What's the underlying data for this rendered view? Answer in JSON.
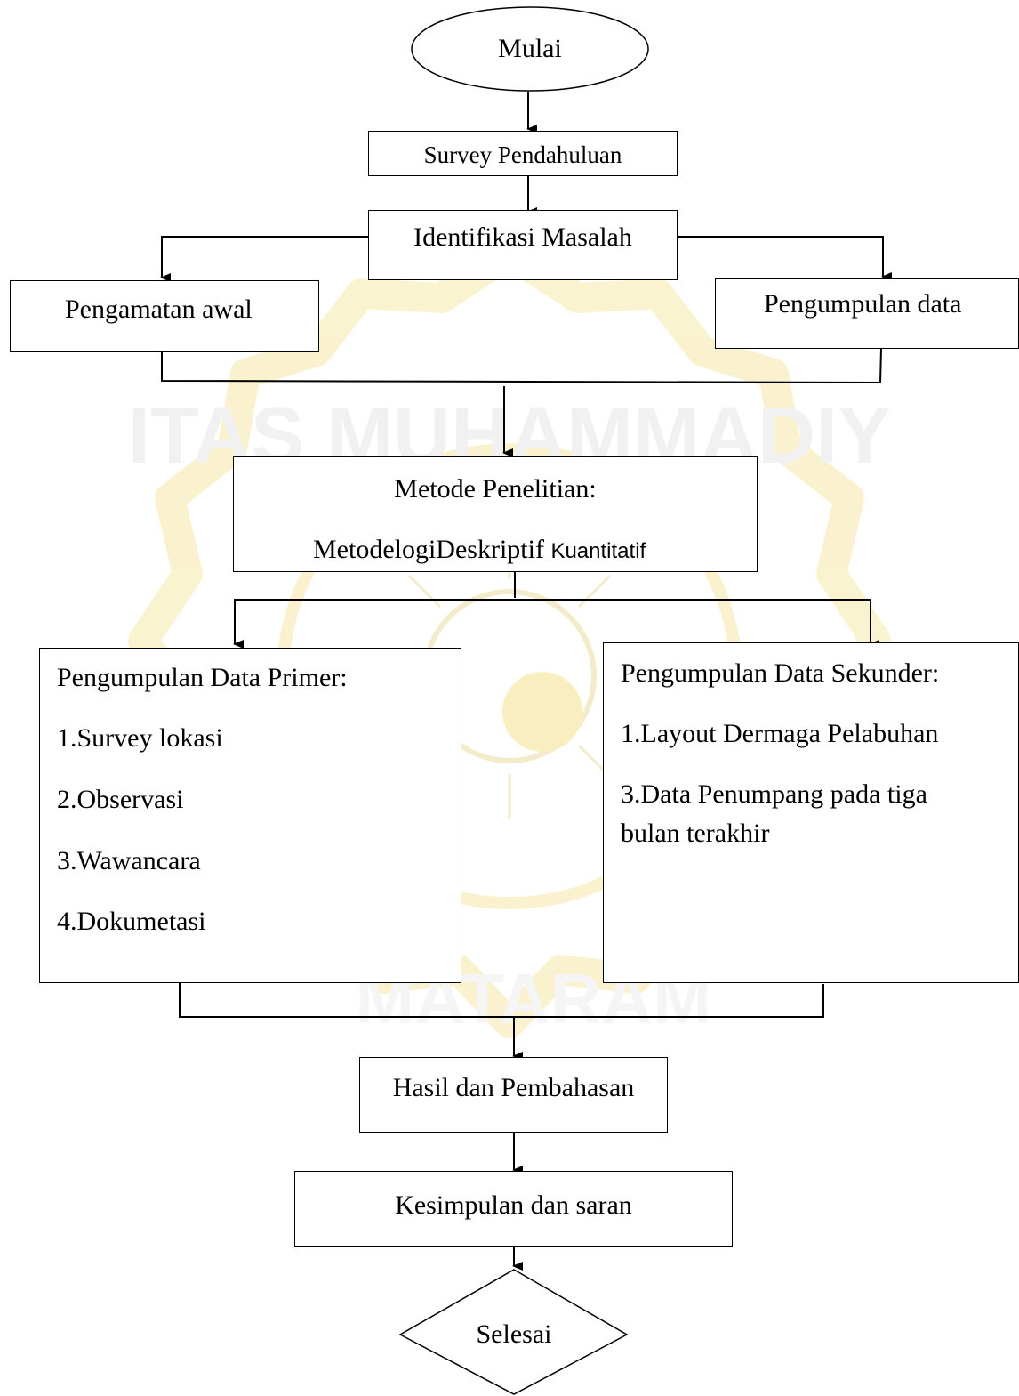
{
  "flowchart": {
    "start": "Mulai",
    "survey": "Survey Pendahuluan",
    "identify": "Identifikasi Masalah",
    "observation": "Pengamatan awal",
    "collection": "Pengumpulan data",
    "method": {
      "title": "Metode Penelitian:",
      "line_a": "MetodelogiDeskriptif",
      "line_b": "Kuantitatif"
    },
    "primary": {
      "title": "Pengumpulan Data Primer:",
      "items": [
        "1.Survey lokasi",
        "2.Observasi",
        "3.Wawancara",
        "4.Dokumetasi"
      ]
    },
    "secondary": {
      "title": "Pengumpulan Data Sekunder:",
      "items": [
        "1.Layout Dermaga Pelabuhan",
        "3.Data Penumpang pada tiga",
        "bulan terakhir"
      ]
    },
    "results": "Hasil dan Pembahasan",
    "conclusion": "Kesimpulan dan saran",
    "end": "Selesai"
  },
  "watermark": {
    "arc_top": "ITAS MUHAMMADIY",
    "arc_bottom": "MATARAM",
    "color": "#f2e07a"
  }
}
